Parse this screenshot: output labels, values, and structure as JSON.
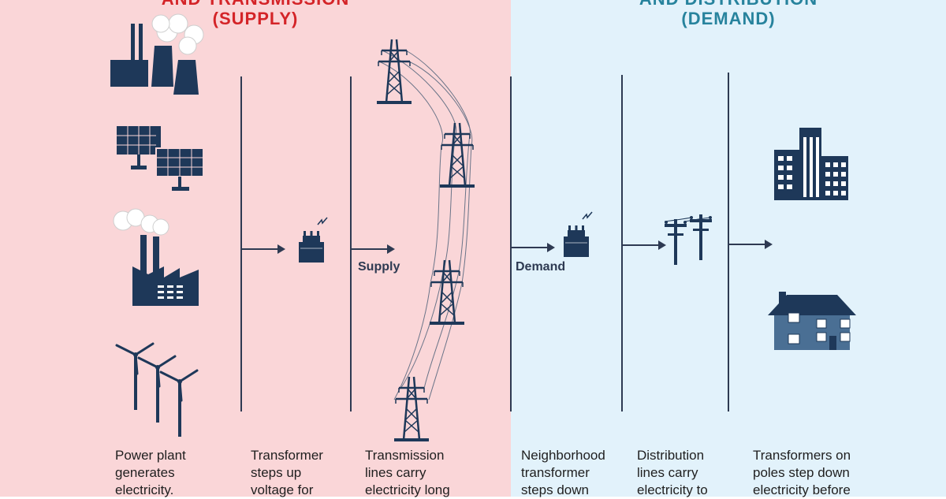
{
  "colors": {
    "supply_bg": "#fad6d8",
    "demand_bg": "#e2f2fb",
    "supply_heading": "#d42428",
    "demand_heading": "#27839d",
    "icon_navy": "#1e3859",
    "divider": "#2e3a52"
  },
  "supply": {
    "heading_line1": "AND TRANSMISSION",
    "heading_line2": "(SUPPLY)",
    "flow_label": "Supply",
    "captions": [
      "Power plant\ngenerates\nelectricity.",
      "Transformer\nsteps up\nvoltage for",
      "Transmission\nlines carry\nelectricity long"
    ]
  },
  "demand": {
    "heading_line1": "AND DISTRIBUTION",
    "heading_line2": "(DEMAND)",
    "flow_label": "Demand",
    "captions": [
      "Neighborhood\ntransformer\nsteps down",
      "Distribution\nlines carry\nelectricity to",
      "Transformers on\npoles step down\nelectricity before"
    ]
  },
  "icons": [
    "power-plant-icon",
    "solar-panel-icon",
    "factory-icon",
    "wind-turbine-icon",
    "transformer-icon",
    "transmission-tower-icon",
    "utility-pole-icon",
    "office-building-icon",
    "house-icon",
    "arrow-right-icon"
  ]
}
